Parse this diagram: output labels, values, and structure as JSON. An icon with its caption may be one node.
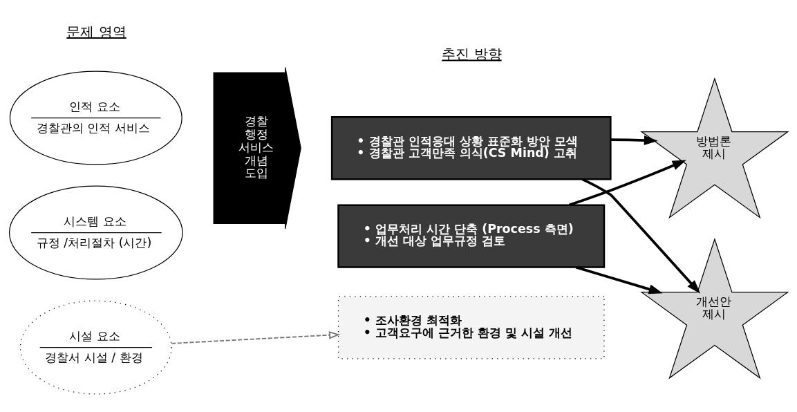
{
  "diagram": {
    "nodes": [
      {
        "text": [
          "인적 요소",
          "경찰관의 인적 서비스"
        ]
      },
      {
        "text": [
          "시스템 요소",
          "규정 /처리절차 (시간)"
        ]
      },
      {
        "text": [
          "시설 요소",
          "경찰서 시설 / 환경"
        ]
      },
      {
        "text": [
          "경찰 행정 서비스 개념 도입"
        ]
      },
      {
        "text": [
          "• 경찰관 인적응대 상황 표준화 방안 모색",
          "• 경찰관 고객만족 의식(CS Mind) 고취"
        ]
      },
      {
        "text": [
          "• 업무처리 시간 단축 (Process 측면)",
          "• 개선 대상 업무규정 검토"
        ]
      },
      {
        "text": [
          "• 조사환경 최적화",
          "• 고객요구에 근거한 환경 및 시설 개선"
        ]
      },
      {
        "text": [
          "방법론 제시"
        ]
      },
      {
        "text": [
          "개선안 제시"
        ]
      }
    ],
    "edges": [
      {
        "from": 2,
        "to": 6,
        "arrow": "to",
        "style": "dashed",
        "color": "#777777"
      },
      {
        "from": 4,
        "to": 7,
        "arrow": "to"
      },
      {
        "from": 4,
        "to": 8,
        "arrow": "to"
      },
      {
        "from": 5,
        "to": 7,
        "arrow": "to"
      },
      {
        "from": 5,
        "to": 8,
        "arrow": "to"
      }
    ],
    "labels": [
      "문제 영역",
      "추진 방향"
    ]
  }
}
